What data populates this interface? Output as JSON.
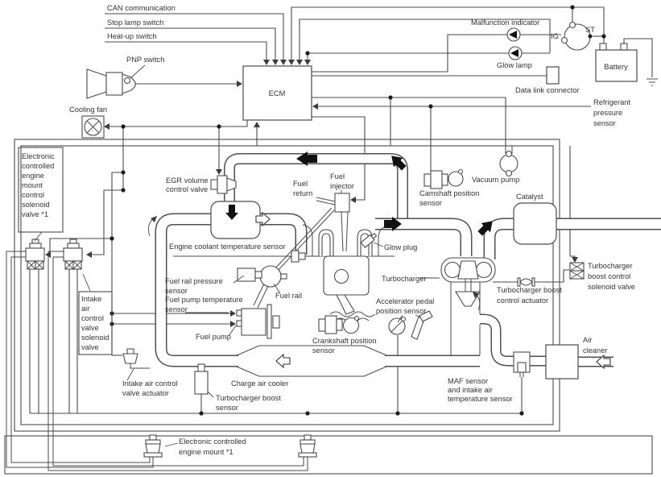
{
  "d": {
    "labels": {
      "can": "CAN communication",
      "stop_lamp": "Stop lamp switch",
      "heat_up": "Heat-up switch",
      "pnp": "PNP switch",
      "cooling_fan": "Cooling fan",
      "ecm": "ECM",
      "malfunction_indicator": "Malfunction indicator",
      "glow_lamp": "Glow lamp",
      "ig": "IG",
      "st": "ST",
      "battery": "Battery",
      "data_link": "Data link connector",
      "refrigerant": [
        "Refrigerant",
        "pressure",
        "sensor"
      ],
      "mount_solenoid": [
        "Electronic",
        "controlled",
        "engine",
        "mount",
        "control",
        "solenoid",
        "valve *1"
      ],
      "egr": [
        "EGR volume",
        "control valve"
      ],
      "fuel_return": [
        "Fuel",
        "return"
      ],
      "fuel_injector": [
        "Fuel",
        "injector"
      ],
      "camshaft": [
        "Camshaft position",
        "sensor"
      ],
      "vacuum_pump": "Vacuum pump",
      "catalyst": "Catalyst",
      "ect": "Engine coolant temperature sensor",
      "glow_plug": "Glow plug",
      "frp": [
        "Fuel rail pressure",
        "sensor"
      ],
      "fuel_rail": "Fuel rail",
      "turbocharger": "Turbocharger",
      "tbc_solenoid": [
        "Turbocharger",
        "boost control",
        "solenoid valve"
      ],
      "tbc_actuator": [
        "Turbocharger boost",
        "control actuator"
      ],
      "fpt": [
        "Fuel pump temperature",
        "sensor"
      ],
      "app": [
        "Accelerator pedal",
        "position sensor"
      ],
      "fuel_pump": "Fuel pump",
      "ckp": [
        "Crankshaft position",
        "sensor"
      ],
      "iacv_sol": [
        "Intake",
        "air",
        "control",
        "valve",
        "solenoid",
        "valve"
      ],
      "iacv_act": [
        "Intake air control",
        "valve actuator"
      ],
      "cac": "Charge air cooler",
      "tbs": [
        "Turbocharger boost",
        "sensor"
      ],
      "maf": [
        "MAF sensor",
        "and intake air",
        "temperature sensor"
      ],
      "air_cleaner": [
        "Air",
        "cleaner"
      ],
      "engine_mount": [
        "Electronic controlled",
        "engine mount *1"
      ]
    },
    "colors": {
      "line": "#4a4a4a",
      "text": "#333333",
      "flow_arrow_black": "#111111",
      "background": "#ffffff"
    }
  }
}
